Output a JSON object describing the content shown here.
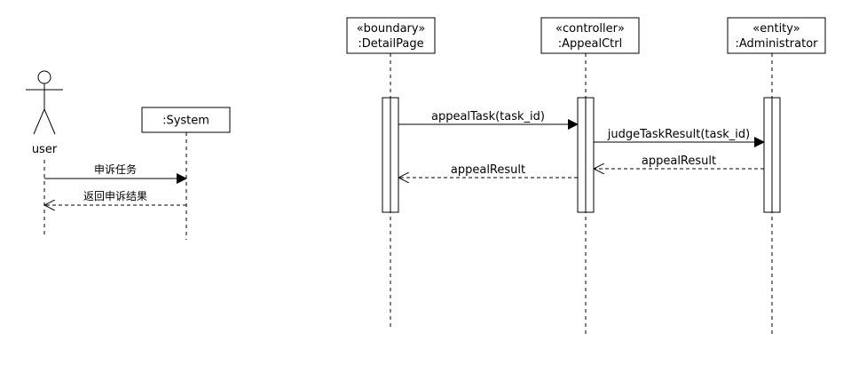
{
  "left": {
    "actor": {
      "name": "user"
    },
    "system": {
      "name": ":System"
    },
    "messages": {
      "request": "申诉任务",
      "response": "返回申诉结果"
    }
  },
  "right": {
    "participants": {
      "detail_page": {
        "stereotype": "«boundary»",
        "name": ":DetailPage"
      },
      "appeal_ctrl": {
        "stereotype": "«controller»",
        "name": ":AppealCtrl"
      },
      "administrator": {
        "stereotype": "«entity»",
        "name": ":Administrator"
      }
    },
    "messages": {
      "appeal_task": "appealTask(task_id)",
      "judge_task_result": "judgeTaskResult(task_id)",
      "appeal_result_return_admin": "appealResult",
      "appeal_result_return_ctrl": "appealResult"
    }
  }
}
